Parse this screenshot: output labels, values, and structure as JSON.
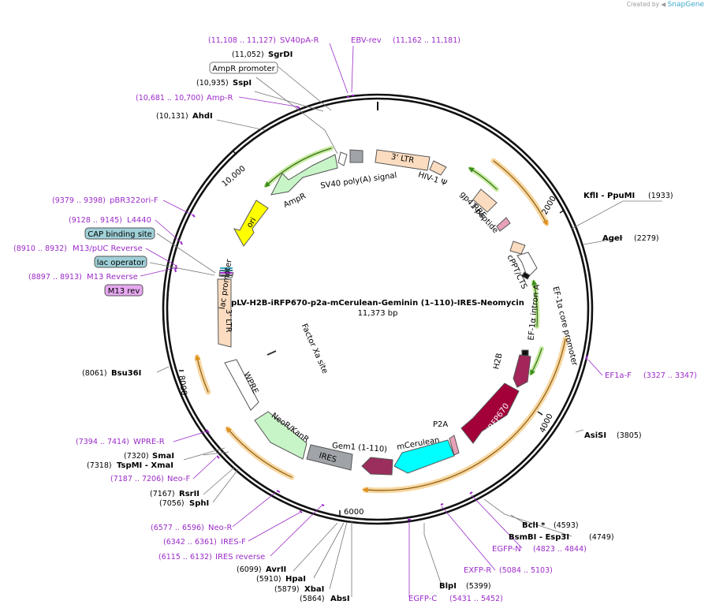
{
  "credit": {
    "created_by": "Created by",
    "brand": "SnapGene"
  },
  "plasmid": {
    "name": "pLV-H2B-iRFP670-p2a-mCerulean-Geminin (1–110)-IRES-Neomycin",
    "length": "11,373 bp"
  },
  "ticks": [
    "2000",
    "4000",
    "6000",
    "8000",
    "10,000"
  ],
  "features": [
    {
      "label": "3' LTR",
      "color": "#fcdcc0"
    },
    {
      "label": "HIV-1 Ψ",
      "color": "#fcdcc0"
    },
    {
      "label": "RRE",
      "color": "#fcdcc0"
    },
    {
      "label": "gp41 peptide",
      "color": "#e7a1b8"
    },
    {
      "label": "cPPT/CTS",
      "color": "#fcdcc0"
    },
    {
      "label": "EF-1α core promoter",
      "color": "#ffffff"
    },
    {
      "label": "EF-1α intron A",
      "color": "#ffffff"
    },
    {
      "label": "H2B",
      "color": "#a3255a"
    },
    {
      "label": "iRFP670",
      "color": "#a3003a"
    },
    {
      "label": "P2A",
      "color": "#e7a1b8"
    },
    {
      "label": "mCerulean",
      "color": "#00ffff"
    },
    {
      "label": "Gem1 (1-110)",
      "color": "#9b2e5c"
    },
    {
      "label": "IRES",
      "color": "#a0a4a8"
    },
    {
      "label": "NeoR/KanR",
      "color": "#c8f5c8"
    },
    {
      "label": "WPRE",
      "color": "#ffffff"
    },
    {
      "label": "Factor Xa site",
      "color": "#ffffff"
    },
    {
      "label": "3' LTR",
      "color": "#fcdcc0"
    },
    {
      "label": "lac promoter",
      "color": "#ffffff"
    },
    {
      "label": "ori",
      "color": "#ffff00"
    },
    {
      "label": "AmpR",
      "color": "#c8f5c8"
    },
    {
      "label": "SV40 poly(A) signal",
      "color": "#a0a4a8"
    }
  ],
  "sites": [
    {
      "name": "SgrDI",
      "pos": "(11,052)"
    },
    {
      "name": "SspI",
      "pos": "(10,935)"
    },
    {
      "name": "AhdI",
      "pos": "(10,131)"
    },
    {
      "name": "KflI  - PpuMI",
      "pos": "(1933)"
    },
    {
      "name": "AgeI",
      "pos": "(2279)"
    },
    {
      "name": "AsiSI",
      "pos": "(3805)"
    },
    {
      "name": "BclI *",
      "pos": "(4593)"
    },
    {
      "name": "BsmBI  - Esp3I",
      "pos": "(4749)"
    },
    {
      "name": "BlpI",
      "pos": "(5399)"
    },
    {
      "name": "AbsI",
      "pos": "(5864)"
    },
    {
      "name": "XbaI",
      "pos": "(5879)"
    },
    {
      "name": "HpaI",
      "pos": "(5910)"
    },
    {
      "name": "AvrII",
      "pos": "(6099)"
    },
    {
      "name": "SphI",
      "pos": "(7056)"
    },
    {
      "name": "RsrII",
      "pos": "(7167)"
    },
    {
      "name": "TspMI  - XmaI",
      "pos": "(7318)"
    },
    {
      "name": "SmaI",
      "pos": "(7320)"
    },
    {
      "name": "Bsu36I",
      "pos": "(8061)"
    }
  ],
  "primers": [
    {
      "name": "SV40pA-R",
      "pos": "(11,108 .. 11,127)"
    },
    {
      "name": "EBV-rev",
      "pos": "(11,162 .. 11,181)"
    },
    {
      "name": "Amp-R",
      "pos": "(10,681 .. 10,700)"
    },
    {
      "name": "pBR322ori-F",
      "pos": "(9379 .. 9398)"
    },
    {
      "name": "L4440",
      "pos": "(9128 .. 9145)"
    },
    {
      "name": "M13/pUC Reverse",
      "pos": "(8910 .. 8932)"
    },
    {
      "name": "M13 Reverse",
      "pos": "(8897 .. 8913)"
    },
    {
      "name": "EF1a-F",
      "pos": "(3327 .. 3347)"
    },
    {
      "name": "EGFP-N",
      "pos": "(4823 .. 4844)"
    },
    {
      "name": "EXFP-R",
      "pos": "(5084 .. 5103)"
    },
    {
      "name": "EGFP-C",
      "pos": "(5431 .. 5452)"
    },
    {
      "name": "WPRE-R",
      "pos": "(7394 .. 7414)"
    },
    {
      "name": "Neo-F",
      "pos": "(7187 .. 7206)"
    },
    {
      "name": "Neo-R",
      "pos": "(6577 .. 6596)"
    },
    {
      "name": "IRES-F",
      "pos": "(6342 .. 6361)"
    },
    {
      "name": "IRES reverse",
      "pos": "(6115 .. 6132)"
    }
  ],
  "boxed": [
    {
      "name": "AmpR promoter",
      "color": "#ffffff"
    },
    {
      "name": "CAP binding site",
      "color": "#9fd0d8"
    },
    {
      "name": "lac operator",
      "color": "#9fd0d8"
    },
    {
      "name": "M13 rev",
      "color": "#e6a8f0"
    }
  ],
  "colors": {
    "primer": "#9b2bc9",
    "orf": "#f0a830",
    "orf_green": "#58b030"
  }
}
